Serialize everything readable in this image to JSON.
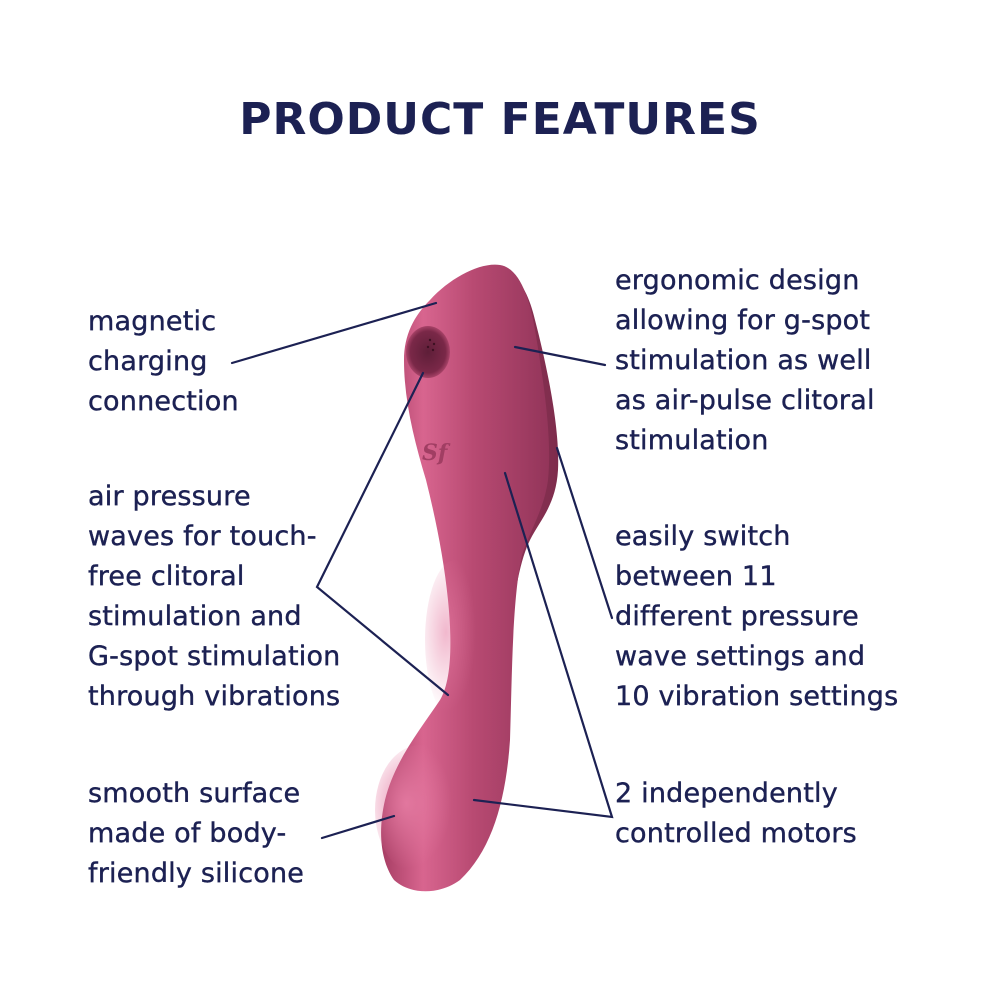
{
  "header": {
    "title": "PRODUCT FEATURES"
  },
  "colors": {
    "text": "#1c2153",
    "product_main": "#b84a72",
    "product_highlight": "#e0709a",
    "product_shadow": "#8e3454",
    "background": "#ffffff"
  },
  "product": {
    "logo_mark": "Sf",
    "image_description": "pink curved silicone air-pulse and G-spot vibrator"
  },
  "features": {
    "left": [
      {
        "id": "magnetic-charging",
        "lines": [
          "magnetic",
          "charging",
          "connection"
        ]
      },
      {
        "id": "air-pressure",
        "lines": [
          "air pressure",
          "waves for touch-",
          "free clitoral",
          "stimulation and",
          "G-spot stimulation",
          "through vibrations"
        ]
      },
      {
        "id": "smooth-surface",
        "lines": [
          "smooth surface",
          "made of body-",
          "friendly silicone"
        ]
      }
    ],
    "right": [
      {
        "id": "ergonomic-design",
        "lines": [
          "ergonomic design",
          "allowing for g-spot",
          "stimulation as well",
          "as air-pulse clitoral",
          "stimulation"
        ]
      },
      {
        "id": "settings-switch",
        "lines": [
          "easily switch",
          "between 11",
          "different pressure",
          "wave settings and",
          "10 vibration settings"
        ]
      },
      {
        "id": "motors",
        "lines": [
          "2 independently",
          "controlled motors"
        ]
      }
    ]
  }
}
